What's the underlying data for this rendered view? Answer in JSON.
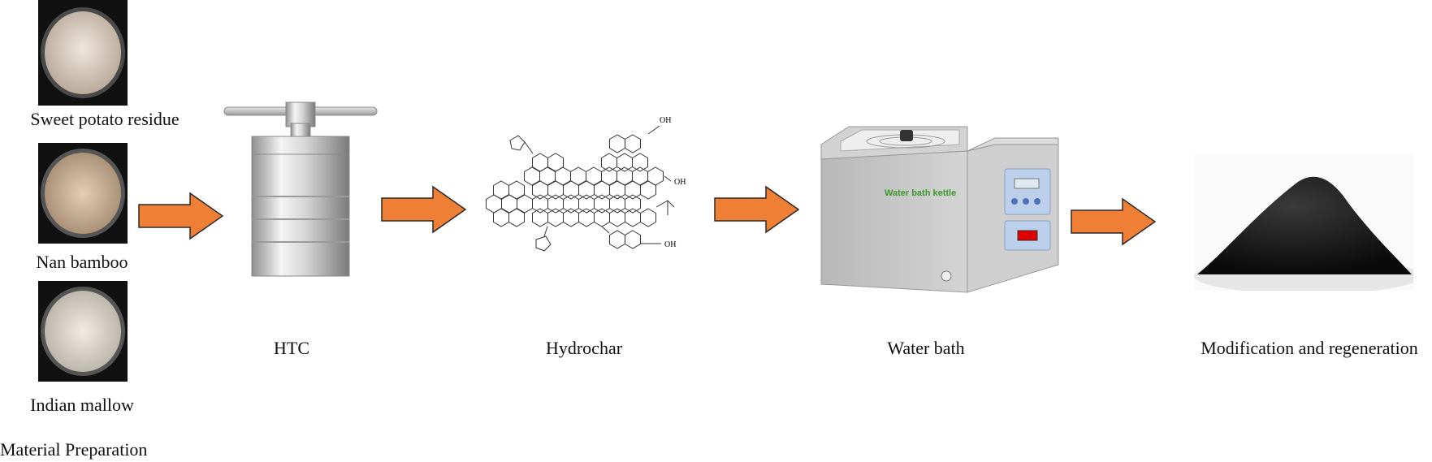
{
  "materials": [
    {
      "name": "Sweet potato residue",
      "powder_color": "#d9cfc4"
    },
    {
      "name": "Nan bamboo",
      "powder_color": "#d2b89c"
    },
    {
      "name": "Indian mallow",
      "powder_color": "#e2ddd2"
    }
  ],
  "stages": {
    "material_preparation": "Material Preparation",
    "htc": "HTC",
    "hydrochar": "Hydrochar",
    "water_bath": "Water bath",
    "modification": "Modification and regeneration"
  },
  "hydrochar_labels": {
    "oh": "OH"
  },
  "kettle_label": "Water bath kettle",
  "colors": {
    "arrow": "#ef7f34",
    "arrow_stroke": "#2a2a2a",
    "kettle_text": "#3a9a2a",
    "display_red": "#e00000"
  }
}
